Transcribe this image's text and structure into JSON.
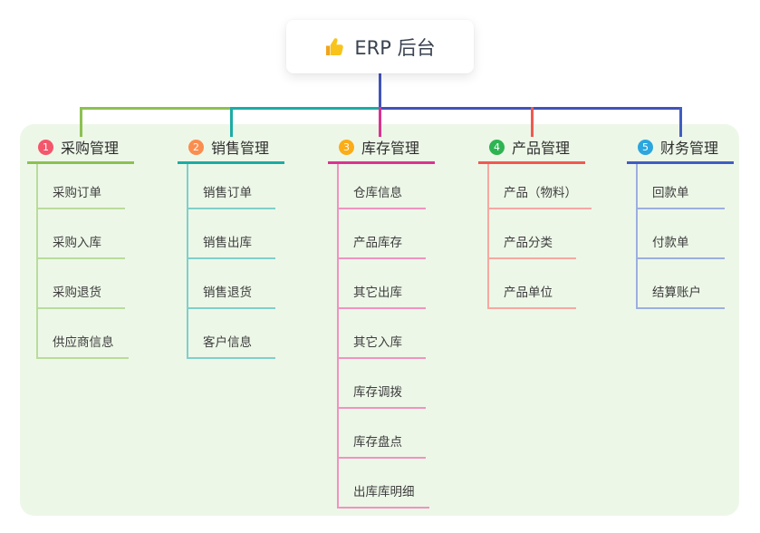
{
  "root": {
    "label": "ERP 后台",
    "icon": "thumbs-up-icon",
    "connector_color": "#4154ba"
  },
  "panel": {
    "background": "#edf7e8"
  },
  "branches": [
    {
      "index": "1",
      "label": "采购管理",
      "badge_color": "#f4566c",
      "line_color": "#8cc152",
      "child_line_color": "#b9dc9c",
      "children": [
        "采购订单",
        "采购入库",
        "采购退货",
        "供应商信息"
      ]
    },
    {
      "index": "2",
      "label": "销售管理",
      "badge_color": "#fb8d4e",
      "line_color": "#1caca4",
      "child_line_color": "#7fd0ca",
      "children": [
        "销售订单",
        "销售出库",
        "销售退货",
        "客户信息"
      ]
    },
    {
      "index": "3",
      "label": "库存管理",
      "badge_color": "#fbac17",
      "line_color": "#d93390",
      "child_line_color": "#f193c1",
      "children": [
        "仓库信息",
        "产品库存",
        "其它出库",
        "其它入库",
        "库存调拨",
        "库存盘点",
        "出库库明细"
      ]
    },
    {
      "index": "4",
      "label": "产品管理",
      "badge_color": "#2eb453",
      "line_color": "#f05a50",
      "child_line_color": "#f7a8a2",
      "children": [
        "产品（物料）",
        "产品分类",
        "产品单位"
      ]
    },
    {
      "index": "5",
      "label": "财务管理",
      "badge_color": "#2ba6de",
      "line_color": "#3f5ec1",
      "child_line_color": "#9cafe0",
      "children": [
        "回款单",
        "付款单",
        "结算账户"
      ]
    }
  ]
}
